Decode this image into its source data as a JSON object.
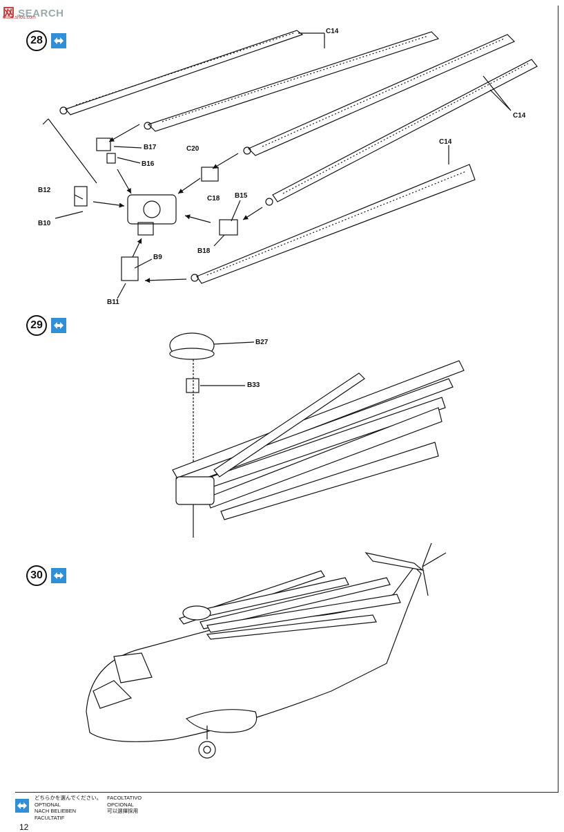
{
  "watermark": {
    "text": "SEARCH",
    "logo": "网",
    "sub": "uuao.shou.com"
  },
  "steps": [
    {
      "number": "28"
    },
    {
      "number": "29"
    },
    {
      "number": "30"
    }
  ],
  "labels": {
    "c14a": "C14",
    "c14b": "C14",
    "c14c": "C14",
    "b17": "B17",
    "b16": "B16",
    "c20": "C20",
    "c18": "C18",
    "b12": "B12",
    "b10": "B10",
    "b15": "B15",
    "b18": "B18",
    "b9": "B9",
    "b11": "B11",
    "b27": "B27",
    "b33": "B33"
  },
  "legend": {
    "col1": [
      "どちらかを選んでください。",
      "OPTIONAL",
      "NACH BELIEBEN",
      "FACULTATIF"
    ],
    "col2": [
      "FACOLTATIVO",
      "OPCIONAL",
      "可以選擇採用",
      ""
    ]
  },
  "page_number": "12",
  "icons": [
    "optional-arrow-icon"
  ]
}
